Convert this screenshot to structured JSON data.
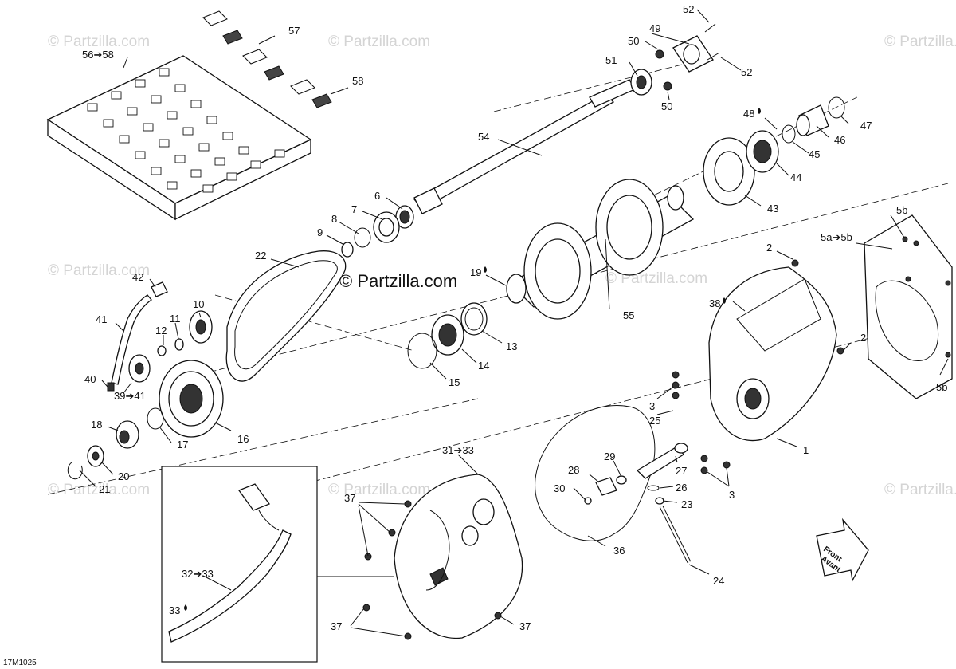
{
  "watermark": "© Partzilla.com",
  "main_watermark": "© Partzilla.com",
  "drawing_code": "17M1025",
  "front_label": "Front",
  "avant_label": "Avant",
  "callouts": {
    "c1": "1",
    "c2a": "2",
    "c2b": "2",
    "c3a": "3",
    "c3b": "3",
    "c5a": "5a➔5b",
    "c5b1": "5b",
    "c5b2": "5b",
    "c6": "6",
    "c7": "7",
    "c8": "8",
    "c9": "9",
    "c10": "10",
    "c11": "11",
    "c12": "12",
    "c13": "13",
    "c14": "14",
    "c15": "15",
    "c16": "16",
    "c17": "17",
    "c18": "18",
    "c19": "19",
    "c20": "20",
    "c21": "21",
    "c22": "22",
    "c23": "23",
    "c24": "24",
    "c25": "25",
    "c26": "26",
    "c27": "27",
    "c28": "28",
    "c29": "29",
    "c30": "30",
    "c31": "31➔33",
    "c32": "32➔33",
    "c33": "33",
    "c36": "36",
    "c37a": "37",
    "c37b": "37",
    "c37c": "37",
    "c38": "38",
    "c39": "39➔41",
    "c40": "40",
    "c41": "41",
    "c42": "42",
    "c43": "43",
    "c44": "44",
    "c45": "45",
    "c46": "46",
    "c47": "47",
    "c48": "48",
    "c49": "49",
    "c50a": "50",
    "c50b": "50",
    "c51": "51",
    "c52a": "52",
    "c52b": "52",
    "c54": "54",
    "c55": "55",
    "c56": "56➔58",
    "c57": "57",
    "c58": "58"
  }
}
